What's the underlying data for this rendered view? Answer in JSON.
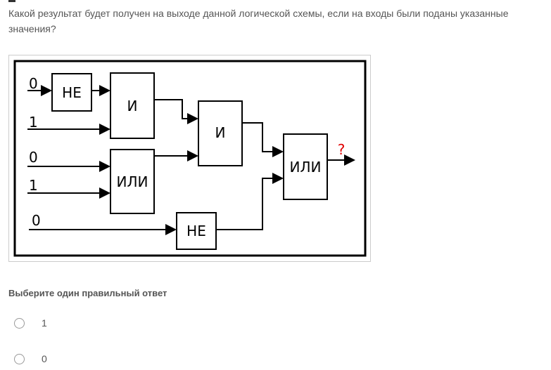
{
  "question": "Какой результат будет получен на выходе данной логической схемы, если на входы были поданы указанные значения?",
  "diagram": {
    "inputs": [
      "0",
      "1",
      "0",
      "1",
      "0"
    ],
    "gates": {
      "not1": "НЕ",
      "and1": "И",
      "or1": "ИЛИ",
      "and2": "И",
      "not2": "НЕ",
      "or2": "ИЛИ"
    },
    "output": "?",
    "output_color": "#e00000"
  },
  "instruction": "Выберите один правильный ответ",
  "options": [
    {
      "label": "1"
    },
    {
      "label": "0"
    }
  ]
}
